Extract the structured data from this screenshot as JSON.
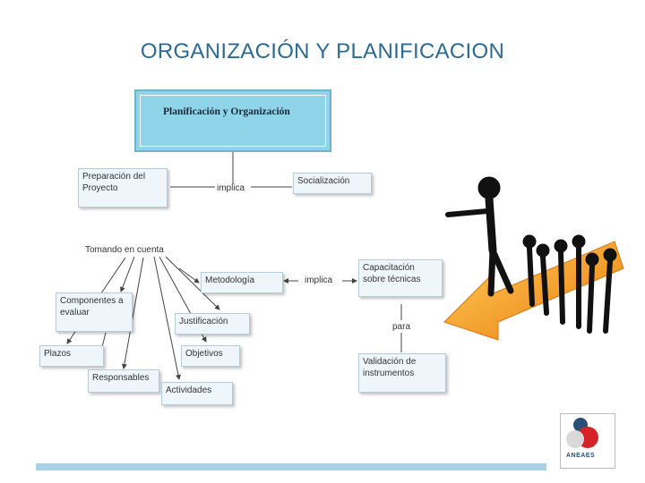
{
  "slide": {
    "title": "ORGANIZACIÓN Y PLANIFICACION"
  },
  "diagram": {
    "top_box": "Planificación y Organización",
    "nodes": {
      "preparacion": "Preparación del Proyecto",
      "implica_1": "implica",
      "socializacion": "Socialización",
      "tomando": "Tomando en cuenta",
      "metodologia": "Metodología",
      "implica_2": "implica",
      "capacitacion": "Capacitación sobre técnicas",
      "componentes": "Componentes a evaluar",
      "justificacion": "Justificación",
      "para": "para",
      "plazos": "Plazos",
      "objetivos": "Objetivos",
      "validacion": "Validación de instrumentos",
      "responsables": "Responsables",
      "actividades": "Actividades"
    }
  },
  "logo": {
    "text": "ANEAES"
  },
  "colors": {
    "title": "#2d6a8f",
    "top_box_fill": "#8fd4e8",
    "node_fill": "#eef6fb",
    "arrow_orange": "#f39a1e",
    "footer_bar": "#a9d2e6"
  }
}
